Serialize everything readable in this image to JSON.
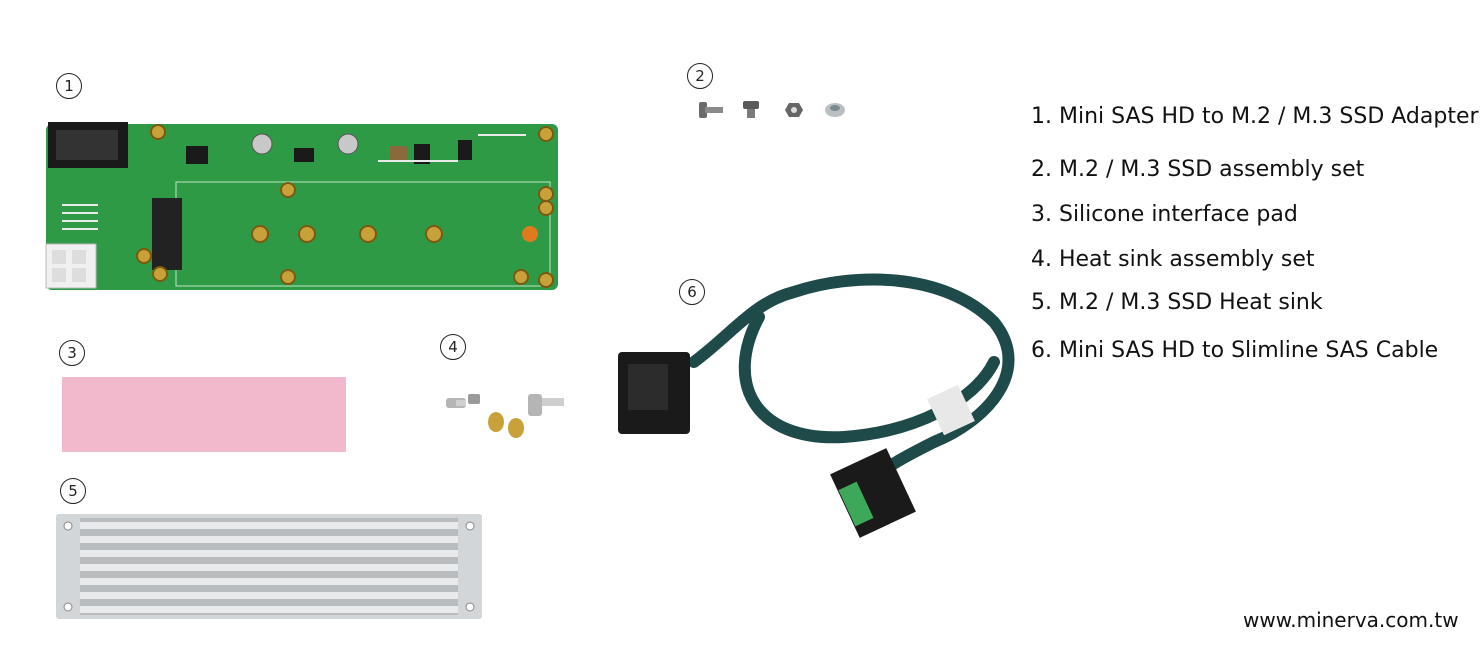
{
  "markers": [
    "1",
    "2",
    "3",
    "4",
    "5",
    "6"
  ],
  "legend": [
    "1. Mini SAS HD to M.2 / M.3 SSD Adapter",
    "2. M.2 / M.3 SSD assembly set",
    "3. Silicone interface pad",
    "4. Heat sink assembly set",
    "5. M.2 / M.3 SSD Heat sink",
    "6. Mini SAS HD to Slimline SAS Cable"
  ],
  "website": "www.minerva.com.tw",
  "colors": {
    "pcb": "#2e9a45",
    "pad": "#f2b8cb",
    "heatsink": "#c9ccce",
    "cable": "#1f4a4a",
    "connector": "#1a1a1a"
  }
}
